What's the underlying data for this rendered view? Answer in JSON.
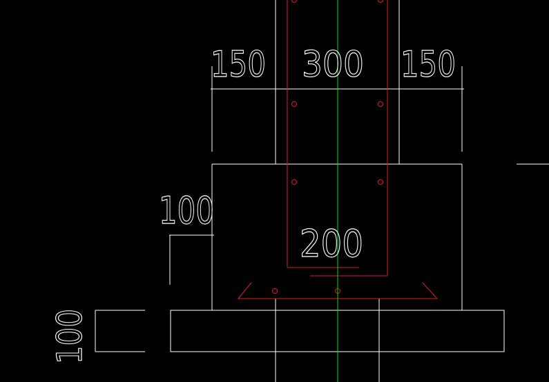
{
  "colors": {
    "background": "#000000",
    "dimension": "#ffffff",
    "rebar": "#e01a1a",
    "centerline": "#22cc22"
  },
  "dimensions": {
    "top_left": "150",
    "top_center": "300",
    "top_right": "150",
    "side_100_upper": "100",
    "side_100_lower": "100",
    "inner_200": "200"
  }
}
